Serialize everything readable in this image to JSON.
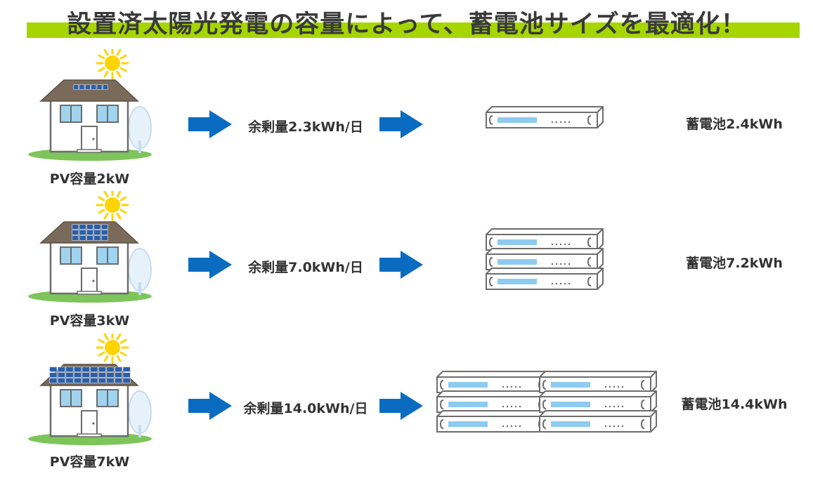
{
  "title": "設置済太陽光発電の容量によって、蓄電池サイズを最適化！",
  "colors": {
    "accent_green": "#a6d600",
    "arrow_blue": "#0a6cc0",
    "roof_brown": "#7a6a5a",
    "panel_blue": "#2b5fa8",
    "battery_stripe": "#8ecbf0",
    "grass": "#7dc55a",
    "sun": "#ffd400"
  },
  "rows": [
    {
      "pv_label": "PV容量2kW",
      "surplus": "余剰量2.3kWh/日",
      "battery_label": "蓄電池2.4kWh",
      "battery_units": 1,
      "panel_rows": 1,
      "panel_cols": 6
    },
    {
      "pv_label": "PV容量3kW",
      "surplus": "余剰量7.0kWh/日",
      "battery_label": "蓄電池7.2kWh",
      "battery_units": 3,
      "panel_rows": 3,
      "panel_cols": 5
    },
    {
      "pv_label": "PV容量7kW",
      "surplus": "余剰量14.0kWh/日",
      "battery_label": "蓄電池14.4kWh",
      "battery_units": 6,
      "panel_rows": 3,
      "panel_cols": 10
    }
  ]
}
